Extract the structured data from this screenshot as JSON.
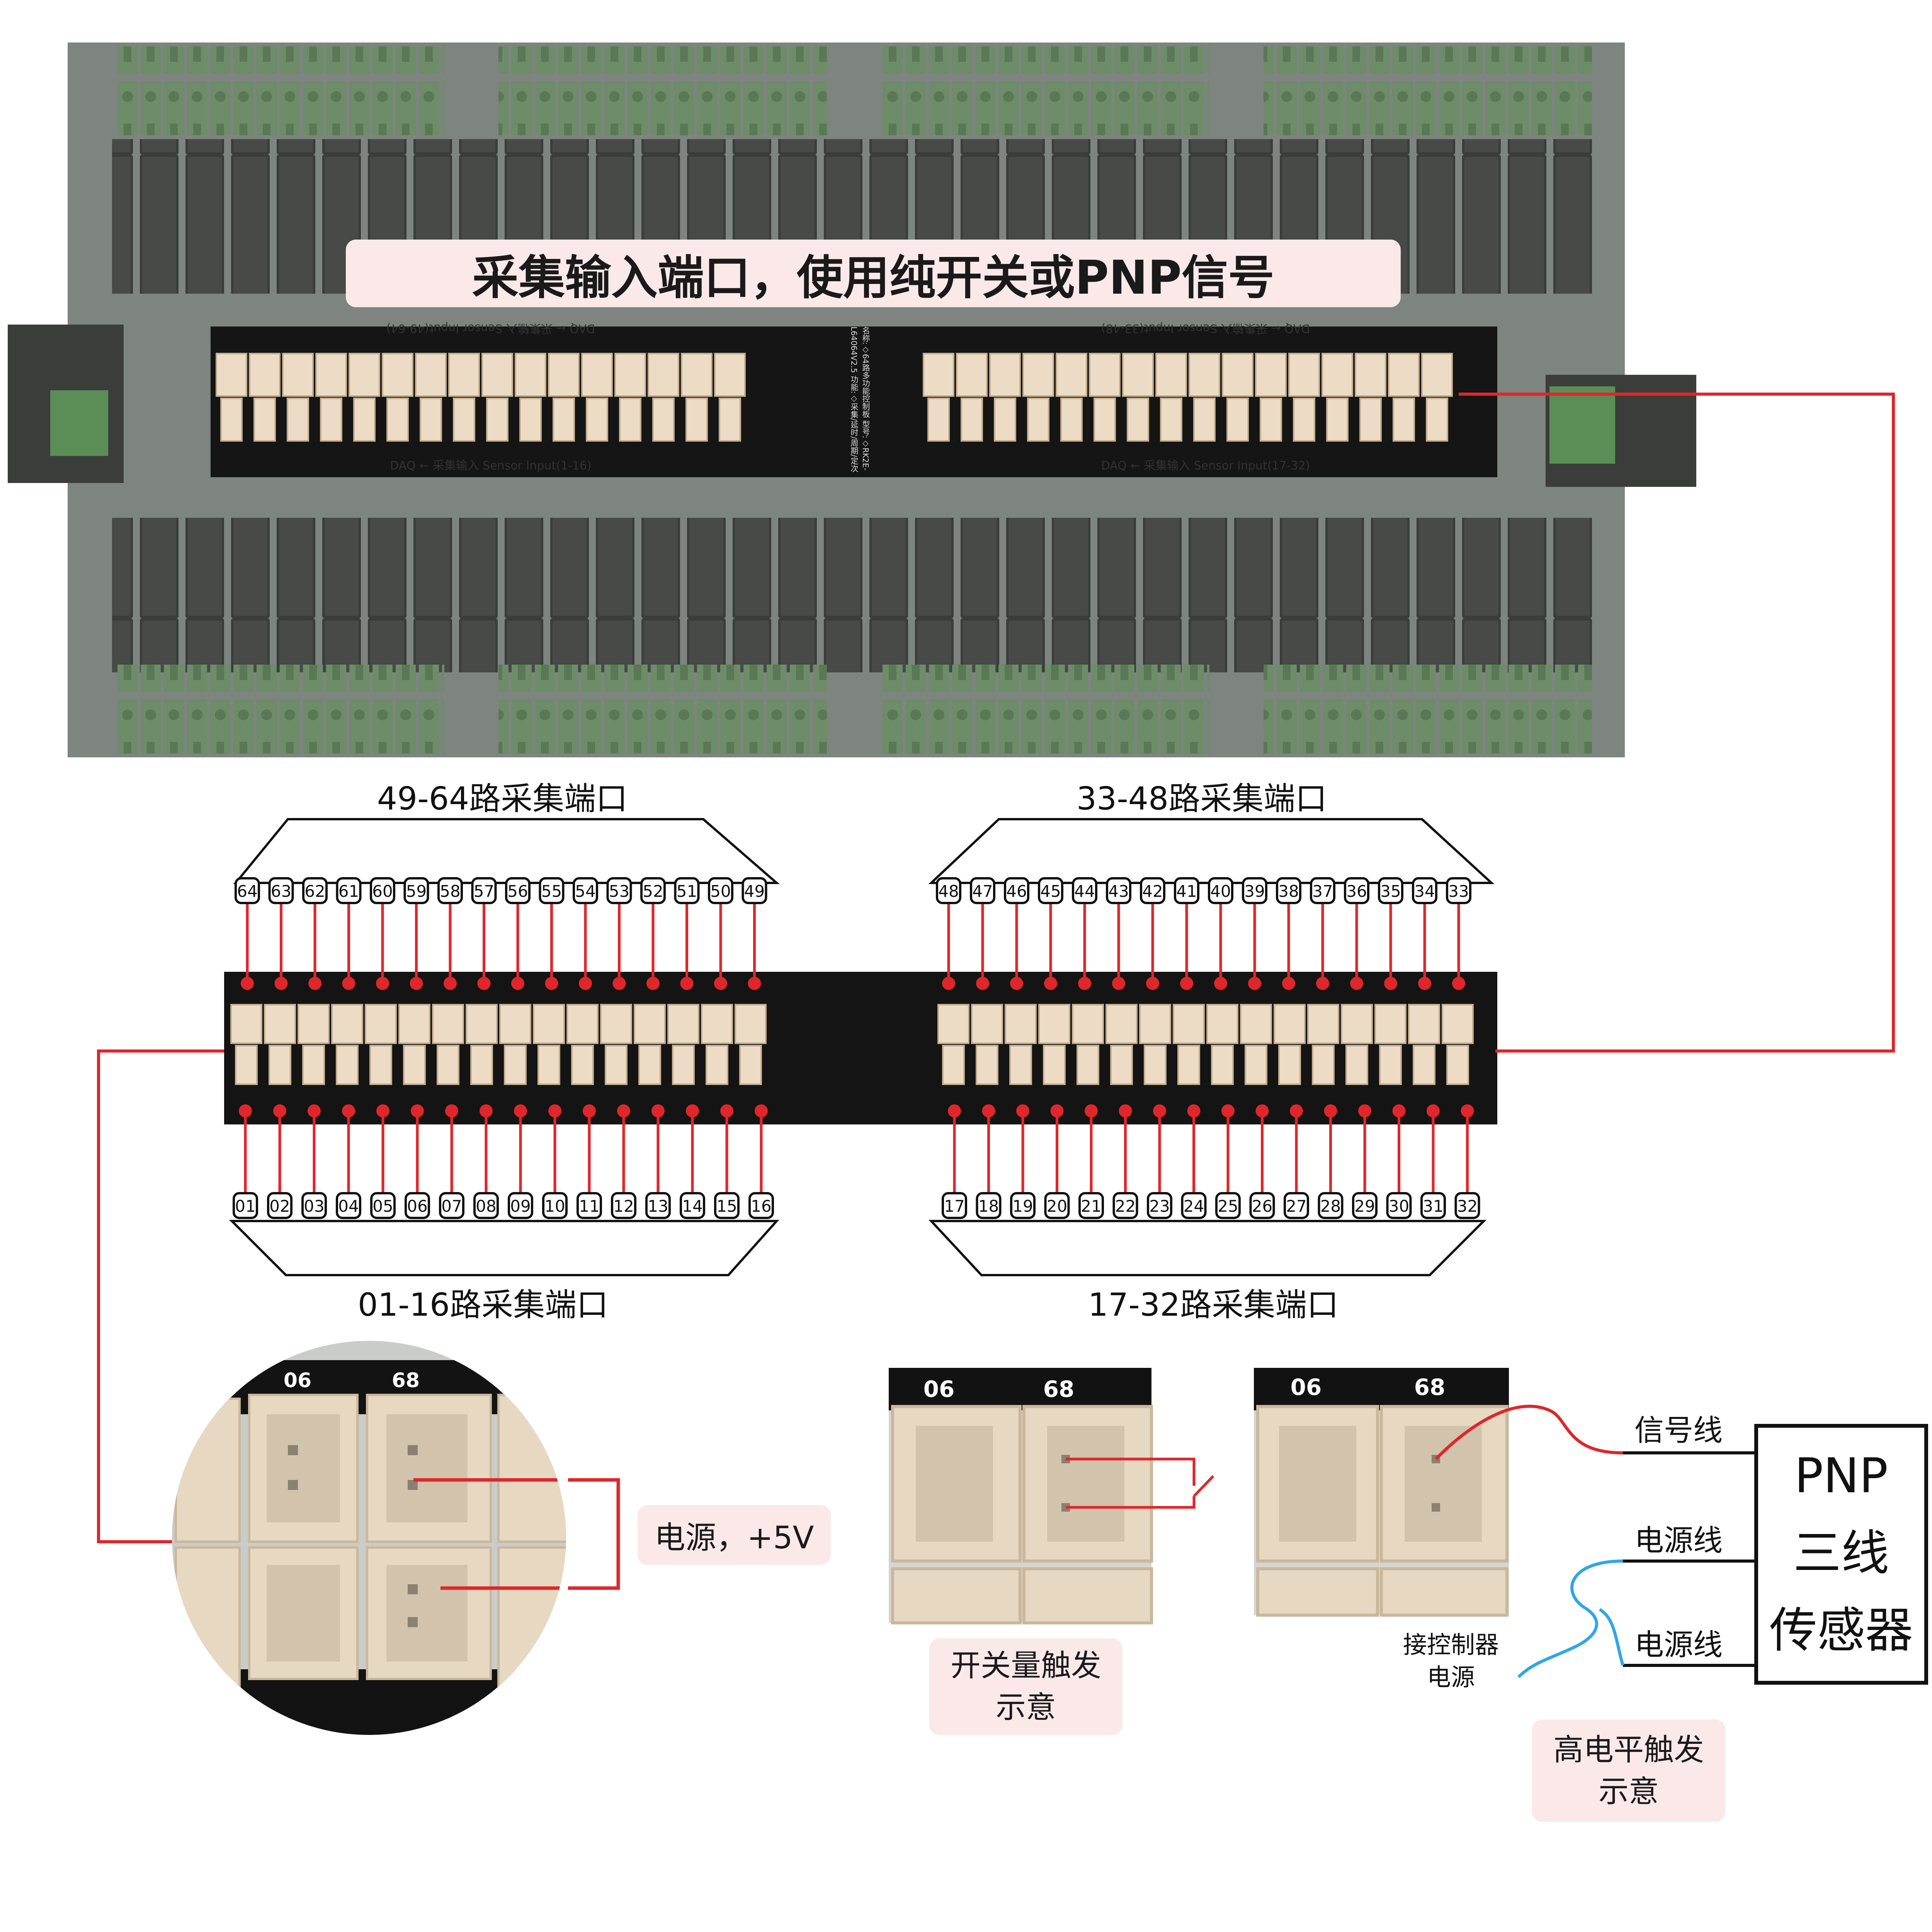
{
  "title": "采集输入端口，使用纯开关或PNP信号",
  "board_photo": {
    "label_top_left": "DAQ ← 采集输入  Sensor Input(49-64)",
    "label_top_right": "DAQ ← 采集输入  Sensor Input(33-48)",
    "label_bottom_left": "DAQ ← 采集输入     Sensor Input(1-16)",
    "label_bottom_right": "DAQ ← 采集输入     Sensor Input(17-32)",
    "center_text": "名称:◇64路多功能控制板 型号:◇RK2E-L64064V2.5 功能:◇采集/延时/周期/定次"
  },
  "group_labels": {
    "top_left": "49-64路采集端口",
    "top_right": "33-48路采集端口",
    "bottom_left": "01-16路采集端口",
    "bottom_right": "17-32路采集端口"
  },
  "ports": {
    "top_left": [
      "64",
      "63",
      "62",
      "61",
      "60",
      "59",
      "58",
      "57",
      "56",
      "55",
      "54",
      "53",
      "52",
      "51",
      "50",
      "49"
    ],
    "top_right": [
      "48",
      "47",
      "46",
      "45",
      "44",
      "43",
      "42",
      "41",
      "40",
      "39",
      "38",
      "37",
      "36",
      "35",
      "34",
      "33"
    ],
    "bottom_left": [
      "01",
      "02",
      "03",
      "04",
      "05",
      "06",
      "07",
      "08",
      "09",
      "10",
      "11",
      "12",
      "13",
      "14",
      "15",
      "16"
    ],
    "bottom_right": [
      "17",
      "18",
      "19",
      "20",
      "21",
      "22",
      "23",
      "24",
      "25",
      "26",
      "27",
      "28",
      "29",
      "30",
      "31",
      "32"
    ]
  },
  "zoom": {
    "pin_labels": [
      "06",
      "68"
    ],
    "power_label": "电源，+5V"
  },
  "switch_demo": {
    "caption": "开关量触发\n示意",
    "pin_labels": [
      "06",
      "68"
    ]
  },
  "pnp_demo": {
    "pin_labels": [
      "06",
      "68"
    ],
    "signal_wire": "信号线",
    "power_wire_1": "电源线",
    "power_wire_2": "电源线",
    "controller_power": "接控制器\n电源",
    "sensor_box": "PNP\n三线\n传感器",
    "caption": "高电平触发\n示意"
  },
  "colors": {
    "wire_red": "#e0262b",
    "wire_blue": "#2fa6e8",
    "pill_bg": "#fbe9ea",
    "board_dark": "#141414",
    "connector": "#eadbc6",
    "photo_overlay": "#7f8580"
  }
}
